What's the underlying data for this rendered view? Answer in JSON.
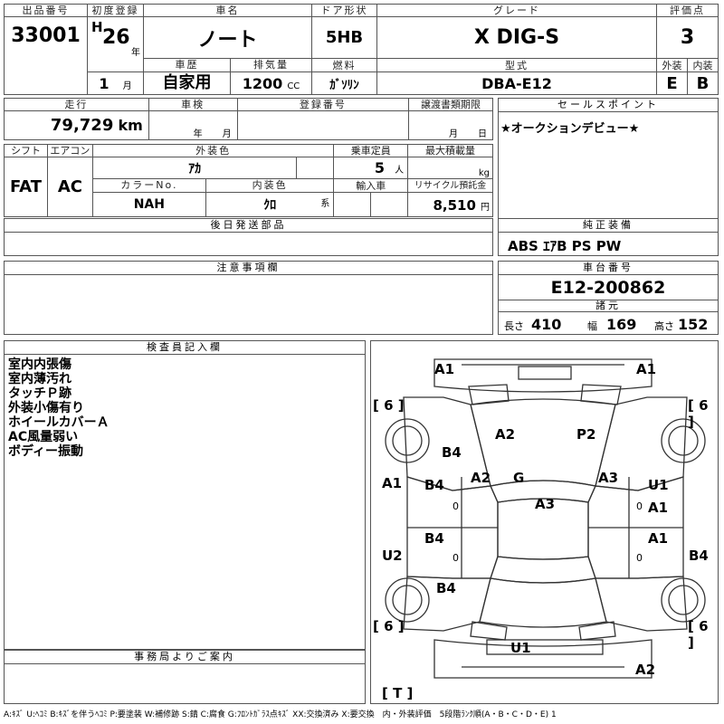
{
  "header": {
    "lot_label": "出品番号",
    "lot": "33001",
    "first_reg_label": "初度登録",
    "era": "H",
    "year": "26",
    "year_unit": "年",
    "month": "1",
    "month_unit": "月",
    "name_label": "車名",
    "name": "ノート",
    "door_label": "ドア形状",
    "door": "5HB",
    "grade_label": "グレード",
    "grade": "X DIG-S",
    "score_label": "評価点",
    "score": "3",
    "history_label": "車歴",
    "history": "自家用",
    "cc_label": "排気量",
    "cc": "1200",
    "cc_unit": "CC",
    "fuel_label": "燃料",
    "fuel": "ｶﾞｿﾘﾝ",
    "model_label": "型式",
    "model": "DBA-E12",
    "ext_label": "外装",
    "ext": "E",
    "int_label": "内装",
    "int": "B"
  },
  "row2": {
    "mileage_label": "走行",
    "mileage": "79,729",
    "mileage_unit": "km",
    "inspection_label": "車検",
    "insp_year_unit": "年",
    "insp_month_unit": "月",
    "reg_no_label": "登録番号",
    "transfer_label": "譲渡書類期限",
    "tr_month_unit": "月",
    "tr_day_unit": "日",
    "sales_label": "セールスポイント",
    "sales_text": "★オークションデビュー★"
  },
  "row3": {
    "shift_label": "シフト",
    "shift": "FAT",
    "ac_label": "エアコン",
    "ac": "AC",
    "color_label": "外装色",
    "color": "ｱｶ",
    "capacity_label": "乗車定員",
    "capacity": "5",
    "capacity_unit": "人",
    "load_label": "最大積載量",
    "load_unit": "kg",
    "color_no_label": "カラーNo.",
    "color_no": "NAH",
    "interior_label": "内装色",
    "interior": "ｸﾛ",
    "interior_unit": "系",
    "import_label": "輸入車",
    "recycle_label": "リサイクル預託金",
    "recycle": "8,510",
    "recycle_unit": "円"
  },
  "later": {
    "label": "後日発送部品"
  },
  "options": {
    "label": "純正装備",
    "text": "ABS ｴｱB PS PW"
  },
  "caution": {
    "label": "注意事項欄"
  },
  "chassis": {
    "label": "車台番号",
    "value": "E12-200862",
    "spec_label": "諸元",
    "len_label": "長さ",
    "len": "410",
    "wid_label": "幅",
    "wid": "169",
    "hei_label": "高さ",
    "hei": "152"
  },
  "inspector": {
    "label": "検査員記入欄",
    "notes": [
      "室内内張傷",
      "室内薄汚れ",
      "タッチＰ跡",
      "外装小傷有り",
      "ホイールカバーＡ",
      "AC風量弱い",
      "ボディー振動"
    ]
  },
  "office": {
    "label": "事務局よりご案内"
  },
  "diagram": {
    "a1_tl": "A1",
    "a1_tr": "A1",
    "six_l1": "[ 6 ]",
    "six_r1": "[ 6 ]",
    "b4_1": "B4",
    "a2_hood": "A2",
    "p2": "P2",
    "a2_l": "A2",
    "g": "G",
    "a3_r": "A3",
    "a1_l": "A1",
    "b4_2": "B4",
    "a3_roof": "A3",
    "u1_r": "U1",
    "a1_r": "A1",
    "zero1": "0",
    "zero2": "0",
    "zero3": "0",
    "zero4": "0",
    "u2": "U2",
    "b4_3": "B4",
    "a1_r2": "A1",
    "b4_r": "B4",
    "b4_4": "B4",
    "six_l2": "[ 6 ]",
    "six_r2": "[ 6 ]",
    "u1_b": "U1",
    "a2_b": "A2",
    "t": "[ T ]"
  },
  "footer": "A:ｷｽﾞ U:ﾍｺﾐ B:ｷｽﾞを伴うﾍｺﾐ P:要塗装 W:補修跡 S:錆 C:腐食 G:ﾌﾛﾝﾄｶﾞﾗｽ点ｷｽﾞ XX:交換済み X:要交換　内・外装評価　5段階ﾗﾝｸ順(A・B・C・D・E) 1"
}
